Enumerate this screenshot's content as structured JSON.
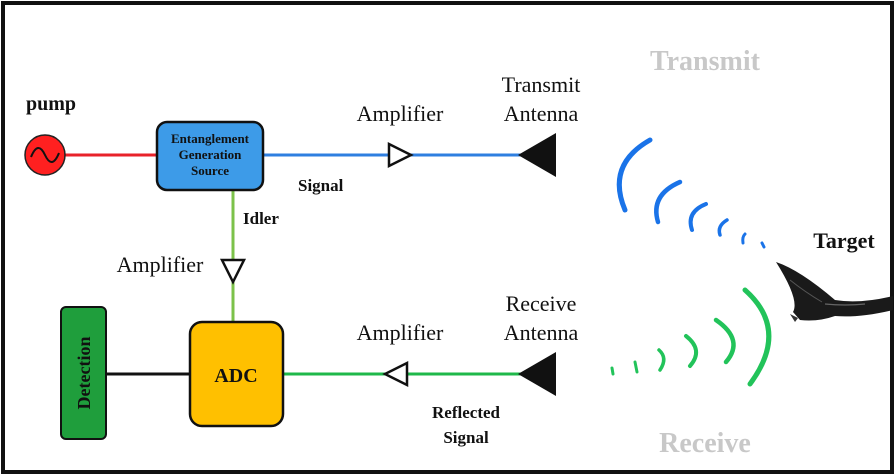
{
  "labels": {
    "pump": "pump",
    "source_line1": "Entanglement",
    "source_line2": "Generation",
    "source_line3": "Source",
    "signal": "Signal",
    "idler": "Idler",
    "amplifier_transmit": "Amplifier",
    "amplifier_idler": "Amplifier",
    "amplifier_receive": "Amplifier",
    "transmit_antenna_line1": "Transmit",
    "transmit_antenna_line2": "Antenna",
    "receive_antenna_line1": "Receive",
    "receive_antenna_line2": "Antenna",
    "adc": "ADC",
    "detection": "Detection",
    "reflected_line1": "Reflected",
    "reflected_line2": "Signal",
    "transmit_wave": "Transmit",
    "receive_wave": "Receive",
    "target": "Target"
  },
  "colors": {
    "pump_line": "#e8222a",
    "pump_source": "#ff2020",
    "signal_line": "#2f7fe0",
    "idler_line": "#7cc24a",
    "receive_line": "#1fb84a",
    "source_box": "#3d9be8",
    "adc_box": "#ffc000",
    "detection_box": "#1f9e3c",
    "transmit_wave": "#1a73e8",
    "receive_wave": "#22c35a",
    "faded_text": "#c8c8c8"
  },
  "icons": {
    "pump": "sine-source-icon",
    "amplifier": "amplifier-triangle-icon",
    "antenna": "antenna-icon",
    "target": "flying-wing-drone-icon"
  }
}
